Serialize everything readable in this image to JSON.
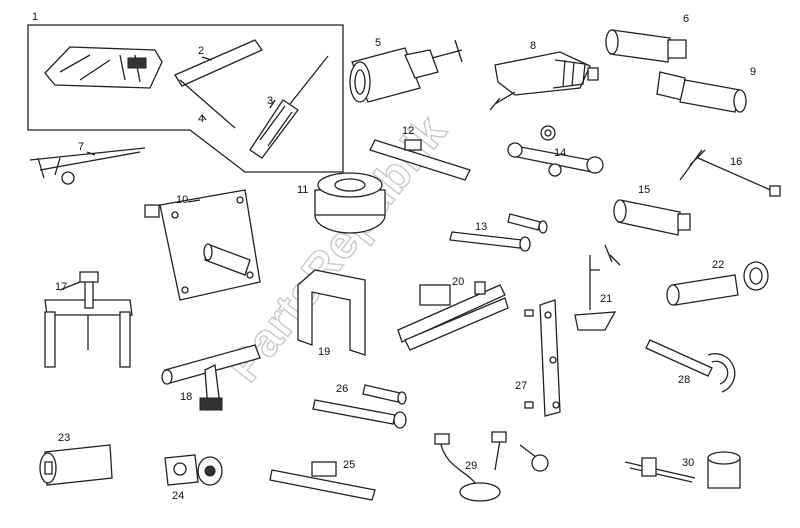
{
  "watermark": "PartsRepublik",
  "callouts": {
    "c1": "1",
    "c2": "2",
    "c3": "3",
    "c4": "4",
    "c5": "5",
    "c6": "6",
    "c7": "7",
    "c8": "8",
    "c9": "9",
    "c10": "10",
    "c11": "11",
    "c12": "12",
    "c13": "13",
    "c14": "14",
    "c15": "15",
    "c16": "16",
    "c17": "17",
    "c18": "18",
    "c19": "19",
    "c20": "20",
    "c21": "21",
    "c22": "22",
    "c23": "23",
    "c24": "24",
    "c25": "25",
    "c26": "26",
    "c27": "27",
    "c28": "28",
    "c29": "29",
    "c30": "30"
  }
}
